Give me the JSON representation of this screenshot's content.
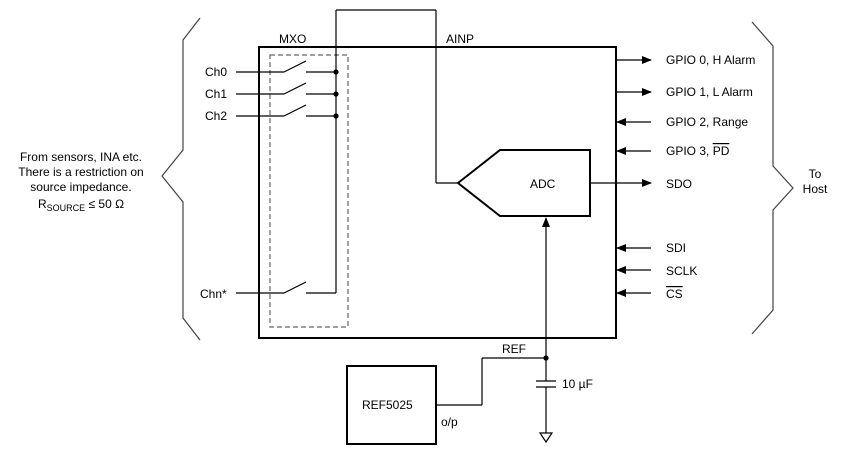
{
  "labels": {
    "mxo": "MXO",
    "ainp": "AINP",
    "ref": "REF",
    "cap": "10 µF",
    "op": "o/p",
    "adc": "ADC",
    "ref5025": "REF5025"
  },
  "channels": [
    "Ch0",
    "Ch1",
    "Ch2",
    "Chn*"
  ],
  "pins": {
    "gpio0": "GPIO 0, H Alarm",
    "gpio1": "GPIO 1, L Alarm",
    "gpio2": "GPIO 2, Range",
    "gpio3_prefix": "GPIO 3, ",
    "gpio3_pd": "PD",
    "sdo": "SDO",
    "sdi": "SDI",
    "sclk": "SCLK",
    "cs": "CS"
  },
  "left_note": {
    "line1": "From sensors, INA etc.",
    "line2": "There is a restriction on",
    "line3": "source impedance.",
    "r_main": "R",
    "r_sub": "SOURCE",
    "r_value": " ≤ 50 Ω"
  },
  "right_note": {
    "line1": "To",
    "line2": "Host"
  }
}
